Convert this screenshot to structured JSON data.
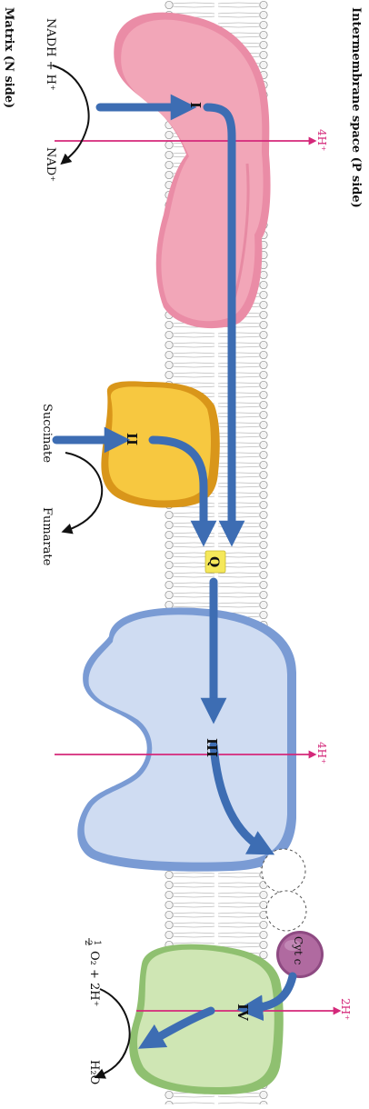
{
  "labels": {
    "intermembrane": "Intermembrane space (P side)",
    "matrix": "Matrix (N side)"
  },
  "complex_I": {
    "label": "I",
    "substrate": "NADH + H⁺",
    "product": "NAD⁺",
    "protons": "4H⁺"
  },
  "complex_II": {
    "label": "II",
    "substrate": "Succinate",
    "product": "Fumarate"
  },
  "ubiquinone": {
    "label": "Q"
  },
  "complex_III": {
    "label": "III",
    "protons": "4H⁺"
  },
  "cytochrome_c": {
    "label": "Cyt c"
  },
  "complex_IV": {
    "label": "IV",
    "reactant_fraction_num": "1",
    "reactant_fraction_den": "2",
    "reactant_rest": "O₂ + 2H⁺",
    "product": "H₂O",
    "protons": "2H⁺"
  },
  "colors": {
    "complex_I": "#f2a6b8",
    "complex_II": "#f7c840",
    "complex_III": "#cfdcf2",
    "complex_IV": "#cfe6b4",
    "cytochrome_c": "#b06aa0",
    "electron_arrow": "#3d6db3",
    "proton_line": "#d4287a",
    "q_box": "#f5e85a"
  }
}
